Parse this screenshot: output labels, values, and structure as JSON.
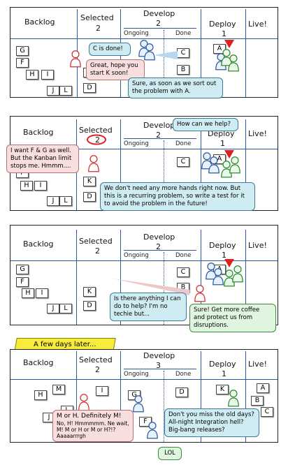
{
  "columns": {
    "backlog": "Backlog",
    "selected": "Selected",
    "develop": "Develop",
    "ongoing": "Ongoing",
    "done": "Done",
    "deploy": "Deploy",
    "live": "Live!"
  },
  "panels": [
    {
      "limits": {
        "selected": "2",
        "develop": "2",
        "deploy": "1"
      },
      "cards": {
        "g": "G",
        "f": "F",
        "h": "H",
        "i": "I",
        "j": "J",
        "l": "L",
        "k": "K",
        "d": "D",
        "c": "C",
        "b": "B",
        "a": "A"
      },
      "bubbles": {
        "c_done": "C is done!",
        "great": "Great, hope you start K soon!",
        "sure": "Sure, as soon as we sort out the problem with A."
      }
    },
    {
      "limits": {
        "selected": "2",
        "develop": "2",
        "deploy": "1"
      },
      "cards": {
        "f": "F",
        "h": "H",
        "i": "I",
        "j": "J",
        "l": "L",
        "k": "K",
        "d": "D",
        "c": "C",
        "a": "A"
      },
      "bubbles": {
        "how_help": "How can we help?",
        "want_fg": "I want F & G as well. But the Kanban limit stops me. Hmmm....",
        "no_hands": "We don't need any more hands right now. But this is a recurring problem, so write a test for it to avoid the problem in the future!"
      }
    },
    {
      "limits": {
        "selected": "2",
        "develop": "2",
        "deploy": "1"
      },
      "cards": {
        "g": "G",
        "f": "F",
        "h": "H",
        "i": "I",
        "j": "J",
        "l": "L",
        "k": "K",
        "d": "D",
        "c": "C",
        "b": "B",
        "a": "A"
      },
      "bubbles": {
        "anything": "Is there anything I can do to help? I'm no techie but...",
        "coffee": "Sure! Get more coffee and protect us from disruptions."
      }
    },
    {
      "banner": "A few days later...",
      "limits": {
        "selected": "2",
        "develop": "3",
        "deploy": "1"
      },
      "cards": {
        "m": "M",
        "h": "H",
        "i": "I",
        "j": "J",
        "l": "L",
        "g": "G",
        "f": "F",
        "d": "D",
        "k": "K",
        "a": "A",
        "b": "B",
        "c": "C"
      },
      "bubbles": {
        "definitely": "M or H. Definitely M!",
        "no_h": "No, H! Hmmmmm. Ne wait, M! M or H or M or H?!? Aaaaarrrgh",
        "old_days": "Don't you miss the old days? All-night Integration hell? Big-bang releases?",
        "lol": "LOL"
      }
    }
  ],
  "colors": {
    "line": "#2c5aa0",
    "blue_bubble": "#cfecf3",
    "pink_bubble": "#f8dede",
    "green_bubble": "#dff5df",
    "banner": "#f6ec3e",
    "flag": "#e02020"
  }
}
